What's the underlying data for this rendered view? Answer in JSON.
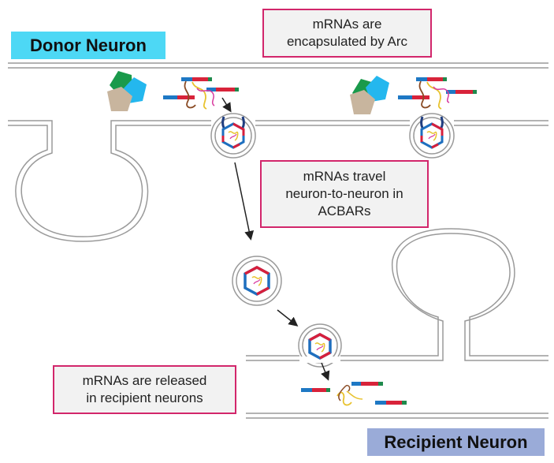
{
  "labels": {
    "donor": "Donor Neuron",
    "recipient": "Recipient Neuron"
  },
  "callouts": {
    "encapsulated": [
      "mRNAs are",
      "encapsulated by Arc"
    ],
    "travel": [
      "mRNAs travel",
      "neuron-to-neuron in",
      "ACBARs"
    ],
    "released": [
      "mRNAs are released",
      "in recipient neurons"
    ]
  },
  "colors": {
    "donor_badge": "#4dd8f5",
    "recipient_badge": "#9aabd8",
    "callout_border": "#d2266b",
    "membrane": "#999999",
    "capsid_red": "#d61f3c",
    "capsid_blue": "#1e6fbf",
    "capsid_navy": "#1f3d80",
    "pent_green": "#1a9a4b",
    "pent_cyan": "#24b7ee",
    "pent_tan": "#c8b59e",
    "mrna_red": "#d8233a",
    "mrna_blue": "#1e78c4",
    "mrna_green": "#1f8a4c",
    "strand_yellow": "#e8c22e",
    "strand_magenta": "#d83a9e",
    "strand_brown": "#8a4b24",
    "arrow": "#222222"
  }
}
